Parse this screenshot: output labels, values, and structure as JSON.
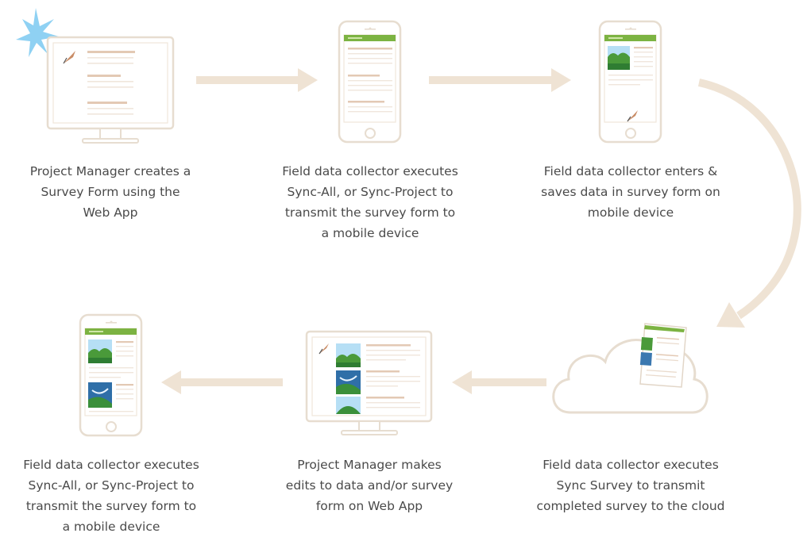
{
  "steps": [
    {
      "icon": "desktop-monitor-icon",
      "lines": [
        "Project Manager creates a",
        "Survey Form using the",
        "Web App"
      ]
    },
    {
      "icon": "smartphone-icon",
      "lines": [
        "Field data collector executes",
        "Sync-All, or Sync-Project to",
        "transmit the survey form to",
        "a mobile device"
      ]
    },
    {
      "icon": "smartphone-data-entry-icon",
      "lines": [
        "Field data collector enters &",
        "saves data in survey form on",
        "mobile device"
      ]
    },
    {
      "icon": "cloud-upload-icon",
      "lines": [
        "Field data collector executes",
        "Sync Survey to transmit",
        "completed survey to the cloud"
      ]
    },
    {
      "icon": "desktop-editing-icon",
      "lines": [
        "Project Manager makes",
        "edits to data and/or survey",
        "form on Web App"
      ]
    },
    {
      "icon": "smartphone-synced-icon",
      "lines": [
        "Field data collector executes",
        "Sync-All, or Sync-Project to",
        "transmit the survey form to",
        "a mobile device"
      ]
    }
  ],
  "colors": {
    "caption_text": "#4a4a4a",
    "device_outline": "#e7ddd0",
    "arrow": "#efe3d4",
    "form_lines": "#d6ab8a",
    "header_green": "#7cb342",
    "sparkle": "#7ec8ef"
  }
}
